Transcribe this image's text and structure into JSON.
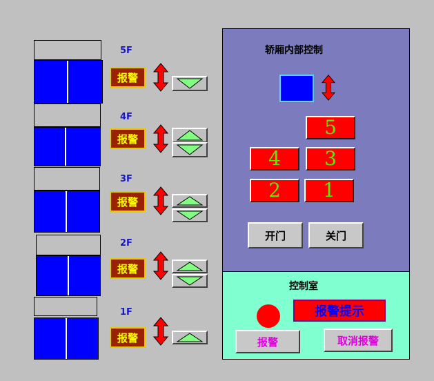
{
  "floors": [
    {
      "label": "5F",
      "alarm": "报警"
    },
    {
      "label": "4F",
      "alarm": "报警"
    },
    {
      "label": "3F",
      "alarm": "报警"
    },
    {
      "label": "2F",
      "alarm": "报警"
    },
    {
      "label": "1F",
      "alarm": "报警"
    }
  ],
  "car_panel": {
    "title": "轿厢内部控制",
    "buttons": [
      "5",
      "4",
      "3",
      "2",
      "1"
    ],
    "open_label": "开门",
    "close_label": "关门"
  },
  "control_room": {
    "title": "控制室",
    "alarm_display": "报警提示",
    "alarm_label": "报警",
    "cancel_label": "取消报警"
  },
  "colors": {
    "background": "#c0c0c0",
    "door_blue": "#0000ff",
    "car_panel": "#7b7bbd",
    "control_room": "#80ffd0",
    "button_red": "#ff0000",
    "digit_green": "#55ee00",
    "alarm_brown": "#992200"
  }
}
